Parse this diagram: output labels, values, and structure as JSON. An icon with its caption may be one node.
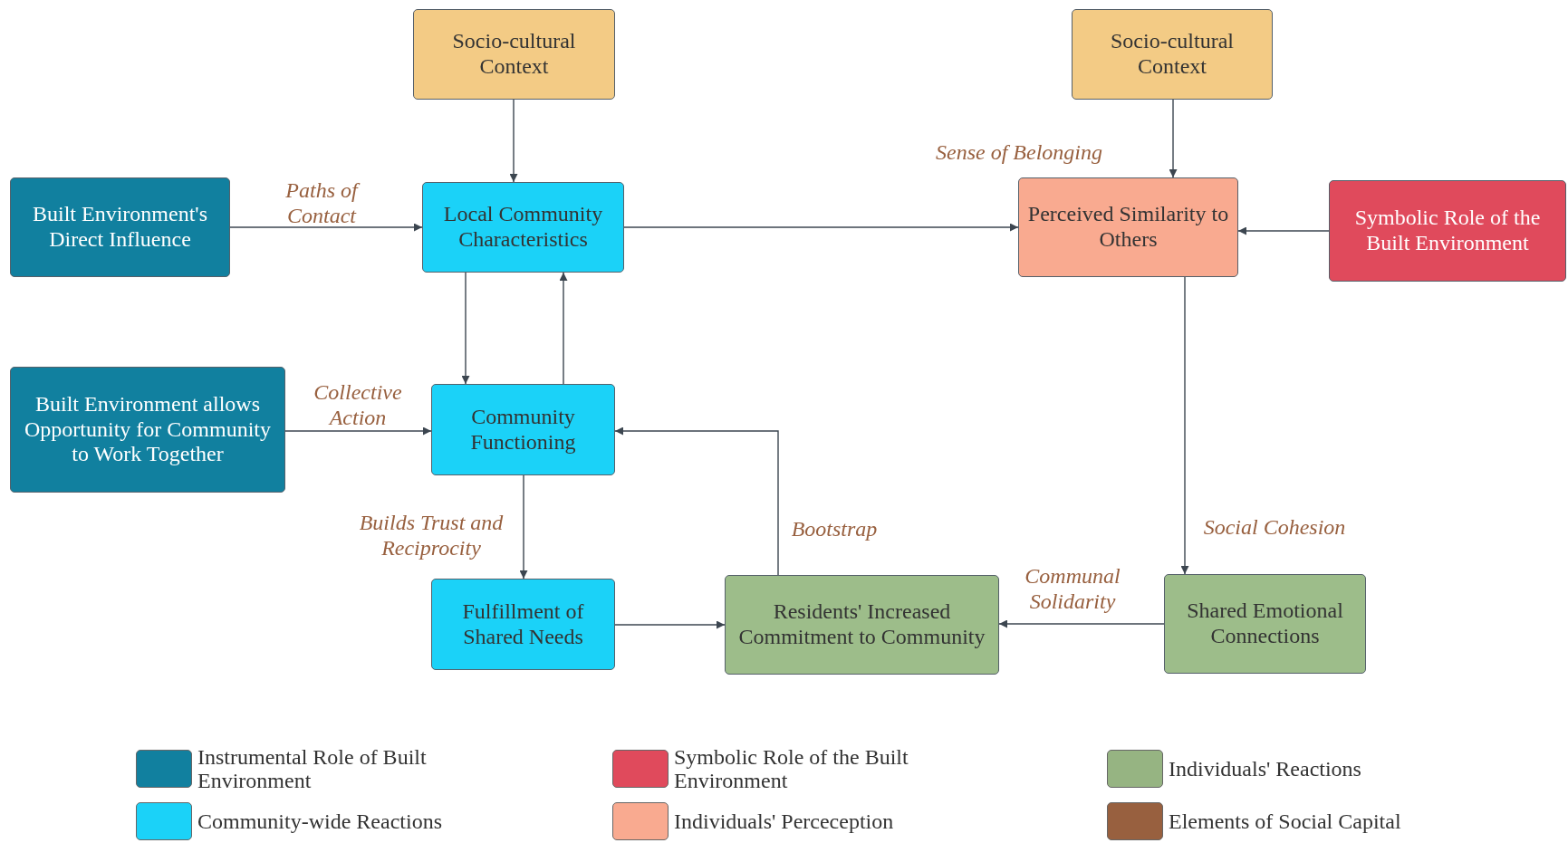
{
  "diagram": {
    "nodes": [
      {
        "text": [
          "Socio-cultural Context"
        ]
      },
      {
        "text": [
          "Socio-cultural Context"
        ]
      },
      {
        "text": [
          "Built Environment's Direct Influence"
        ]
      },
      {
        "text": [
          "Local Community Characteristics"
        ]
      },
      {
        "text": [
          "Perceived Similarity to Others"
        ]
      },
      {
        "text": [
          "Symbolic Role of the Built Environment"
        ]
      },
      {
        "text": [
          "Built Environment allows Opportunity for Community to Work Together"
        ]
      },
      {
        "text": [
          "Community Functioning"
        ]
      },
      {
        "text": [
          "Fulfillment of Shared Needs"
        ]
      },
      {
        "text": [
          "Residents' Increased Commitment to Community"
        ]
      },
      {
        "text": [
          "Shared Emotional Connections"
        ]
      }
    ],
    "edges": [
      {
        "from": 0,
        "to": 3,
        "arrow": "to"
      },
      {
        "from": 1,
        "to": 4,
        "arrow": "to"
      },
      {
        "from": 2,
        "to": 3,
        "arrow": "to",
        "label": "Paths of Contact"
      },
      {
        "from": 3,
        "to": 4,
        "arrow": "to",
        "label": "Sense of Belonging"
      },
      {
        "from": 5,
        "to": 4,
        "arrow": "to"
      },
      {
        "from": 3,
        "to": 7,
        "arrow": "to"
      },
      {
        "from": 7,
        "to": 3,
        "arrow": "to"
      },
      {
        "from": 6,
        "to": 7,
        "arrow": "to",
        "label": "Collective Action"
      },
      {
        "from": 7,
        "to": 8,
        "arrow": "to",
        "label": "Builds Trust and Reciprocity"
      },
      {
        "from": 8,
        "to": 9,
        "arrow": "to"
      },
      {
        "from": 9,
        "to": 7,
        "arrow": "to",
        "label": "Bootstrap"
      },
      {
        "from": 4,
        "to": 10,
        "arrow": "to",
        "label": "Social Cohesion"
      },
      {
        "from": 10,
        "to": 9,
        "arrow": "to",
        "label": "Communal Solidarity"
      }
    ],
    "legend": [
      {
        "text": "Instrumental Role of Built Environment",
        "color": "#11809f"
      },
      {
        "text": "Symbolic Role of the Built Environment",
        "color": "#e04a5c"
      },
      {
        "text": "Individuals' Reactions",
        "color": "#96b482"
      },
      {
        "text": "Community-wide Reactions",
        "color": "#1bd2f8"
      },
      {
        "text": "Individuals' Perceception",
        "color": "#f9aa90"
      },
      {
        "text": "Elements of Social Capital",
        "color": "#98603f"
      }
    ]
  }
}
